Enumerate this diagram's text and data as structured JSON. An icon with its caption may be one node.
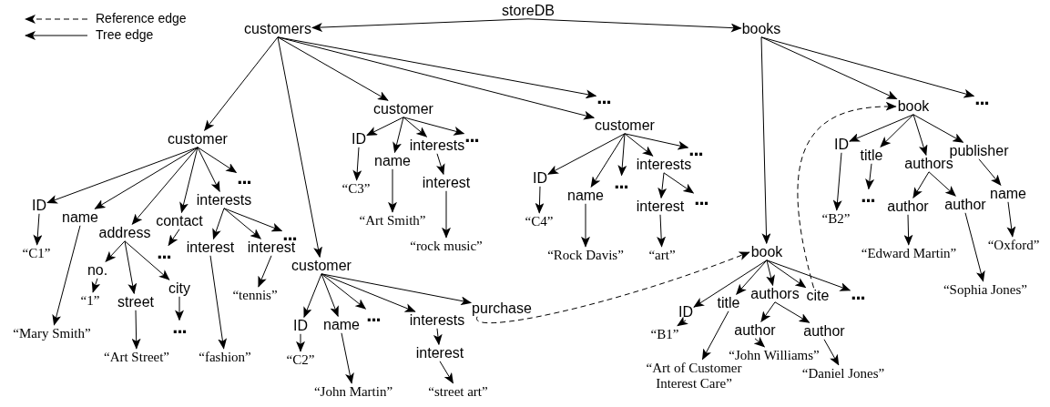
{
  "diagram": {
    "nodes": [
      {
        "text": [
          "storeDB"
        ]
      },
      {
        "text": [
          "customers"
        ]
      },
      {
        "text": [
          "customer"
        ]
      },
      {
        "text": [
          "ID"
        ]
      },
      {
        "text": [
          "“C1”"
        ]
      },
      {
        "text": [
          "name"
        ]
      },
      {
        "text": [
          "“Mary Smith”"
        ]
      },
      {
        "text": [
          "address"
        ]
      },
      {
        "text": [
          "no."
        ]
      },
      {
        "text": [
          "“1”"
        ]
      },
      {
        "text": [
          "street"
        ]
      },
      {
        "text": [
          "“Art Street”"
        ]
      },
      {
        "text": [
          "city"
        ]
      },
      {
        "text": [
          "..."
        ]
      },
      {
        "text": [
          "contact"
        ]
      },
      {
        "text": [
          "..."
        ]
      },
      {
        "text": [
          "interests"
        ]
      },
      {
        "text": [
          "interest"
        ]
      },
      {
        "text": [
          "“fashion”"
        ]
      },
      {
        "text": [
          "interest"
        ]
      },
      {
        "text": [
          "“tennis”"
        ]
      },
      {
        "text": [
          "..."
        ]
      },
      {
        "text": [
          "..."
        ]
      },
      {
        "text": [
          "customer"
        ]
      },
      {
        "text": [
          "ID"
        ]
      },
      {
        "text": [
          "“C3”"
        ]
      },
      {
        "text": [
          "name"
        ]
      },
      {
        "text": [
          "“Art Smith”"
        ]
      },
      {
        "text": [
          "interests"
        ]
      },
      {
        "text": [
          "interest"
        ]
      },
      {
        "text": [
          "“rock music”"
        ]
      },
      {
        "text": [
          "..."
        ]
      },
      {
        "text": [
          "customer"
        ]
      },
      {
        "text": [
          "ID"
        ]
      },
      {
        "text": [
          "“C2”"
        ]
      },
      {
        "text": [
          "name"
        ]
      },
      {
        "text": [
          "“John Martin”"
        ]
      },
      {
        "text": [
          "..."
        ]
      },
      {
        "text": [
          "interests"
        ]
      },
      {
        "text": [
          "interest"
        ]
      },
      {
        "text": [
          "“street art”"
        ]
      },
      {
        "text": [
          "purchase"
        ]
      },
      {
        "text": [
          "customer"
        ]
      },
      {
        "text": [
          "ID"
        ]
      },
      {
        "text": [
          "“C4”"
        ]
      },
      {
        "text": [
          "name"
        ]
      },
      {
        "text": [
          "“Rock Davis”"
        ]
      },
      {
        "text": [
          "..."
        ]
      },
      {
        "text": [
          "interests"
        ]
      },
      {
        "text": [
          "interest"
        ]
      },
      {
        "text": [
          "“art”"
        ]
      },
      {
        "text": [
          "..."
        ]
      },
      {
        "text": [
          "..."
        ]
      },
      {
        "text": [
          "..."
        ]
      },
      {
        "text": [
          "books"
        ]
      },
      {
        "text": [
          "book"
        ]
      },
      {
        "text": [
          "ID"
        ]
      },
      {
        "text": [
          "“B1”"
        ]
      },
      {
        "text": [
          "title"
        ]
      },
      {
        "text": [
          "“Art of Customer Interest Care”"
        ]
      },
      {
        "text": [
          "authors"
        ]
      },
      {
        "text": [
          "author"
        ]
      },
      {
        "text": [
          "“John Williams”"
        ]
      },
      {
        "text": [
          "author"
        ]
      },
      {
        "text": [
          "“Daniel Jones”"
        ]
      },
      {
        "text": [
          "cite"
        ]
      },
      {
        "text": [
          "..."
        ]
      },
      {
        "text": [
          "book"
        ]
      },
      {
        "text": [
          "ID"
        ]
      },
      {
        "text": [
          "“B2”"
        ]
      },
      {
        "text": [
          "title"
        ]
      },
      {
        "text": [
          "..."
        ]
      },
      {
        "text": [
          "authors"
        ]
      },
      {
        "text": [
          "author"
        ]
      },
      {
        "text": [
          "“Edward Martin”"
        ]
      },
      {
        "text": [
          "author"
        ]
      },
      {
        "text": [
          "“Sophia Jones”"
        ]
      },
      {
        "text": [
          "publisher"
        ]
      },
      {
        "text": [
          "name"
        ]
      },
      {
        "text": [
          "“Oxford”"
        ]
      },
      {
        "text": [
          "..."
        ]
      }
    ],
    "edges": [
      {
        "from": 0,
        "to": 1,
        "arrow": "to"
      },
      {
        "from": 0,
        "to": 54,
        "arrow": "to"
      },
      {
        "from": 1,
        "to": 2,
        "arrow": "to"
      },
      {
        "from": 1,
        "to": 23,
        "arrow": "to"
      },
      {
        "from": 1,
        "to": 32,
        "arrow": "to"
      },
      {
        "from": 1,
        "to": 53,
        "arrow": "to"
      },
      {
        "from": 1,
        "to": 42,
        "arrow": "to"
      },
      {
        "from": 2,
        "to": 3,
        "arrow": "to"
      },
      {
        "from": 2,
        "to": 5,
        "arrow": "to"
      },
      {
        "from": 2,
        "to": 7,
        "arrow": "to"
      },
      {
        "from": 2,
        "to": 14,
        "arrow": "to"
      },
      {
        "from": 2,
        "to": 16,
        "arrow": "to"
      },
      {
        "from": 2,
        "to": 22,
        "arrow": "to"
      },
      {
        "from": 3,
        "to": 4,
        "arrow": "to"
      },
      {
        "from": 5,
        "to": 6,
        "arrow": "to"
      },
      {
        "from": 7,
        "to": 8,
        "arrow": "to"
      },
      {
        "from": 7,
        "to": 10,
        "arrow": "to"
      },
      {
        "from": 7,
        "to": 12,
        "arrow": "to"
      },
      {
        "from": 8,
        "to": 9,
        "arrow": "to"
      },
      {
        "from": 10,
        "to": 11,
        "arrow": "to"
      },
      {
        "from": 12,
        "to": 13,
        "arrow": "to"
      },
      {
        "from": 14,
        "to": 15,
        "arrow": "to"
      },
      {
        "from": 16,
        "to": 17,
        "arrow": "to"
      },
      {
        "from": 16,
        "to": 19,
        "arrow": "to"
      },
      {
        "from": 16,
        "to": 21,
        "arrow": "to"
      },
      {
        "from": 17,
        "to": 18,
        "arrow": "to"
      },
      {
        "from": 19,
        "to": 20,
        "arrow": "to"
      },
      {
        "from": 23,
        "to": 24,
        "arrow": "to"
      },
      {
        "from": 23,
        "to": 26,
        "arrow": "to"
      },
      {
        "from": 23,
        "to": 28,
        "arrow": "to"
      },
      {
        "from": 23,
        "to": 31,
        "arrow": "to"
      },
      {
        "from": 24,
        "to": 25,
        "arrow": "to"
      },
      {
        "from": 26,
        "to": 27,
        "arrow": "to"
      },
      {
        "from": 28,
        "to": 29,
        "arrow": "to"
      },
      {
        "from": 29,
        "to": 30,
        "arrow": "to"
      },
      {
        "from": 32,
        "to": 33,
        "arrow": "to"
      },
      {
        "from": 32,
        "to": 35,
        "arrow": "to"
      },
      {
        "from": 32,
        "to": 37,
        "arrow": "to"
      },
      {
        "from": 32,
        "to": 38,
        "arrow": "to"
      },
      {
        "from": 32,
        "to": 41,
        "arrow": "to"
      },
      {
        "from": 33,
        "to": 34,
        "arrow": "to"
      },
      {
        "from": 35,
        "to": 36,
        "arrow": "to"
      },
      {
        "from": 38,
        "to": 39,
        "arrow": "to"
      },
      {
        "from": 39,
        "to": 40,
        "arrow": "to"
      },
      {
        "from": 42,
        "to": 43,
        "arrow": "to"
      },
      {
        "from": 42,
        "to": 45,
        "arrow": "to"
      },
      {
        "from": 42,
        "to": 47,
        "arrow": "to"
      },
      {
        "from": 42,
        "to": 48,
        "arrow": "to"
      },
      {
        "from": 42,
        "to": 52,
        "arrow": "to"
      },
      {
        "from": 43,
        "to": 44,
        "arrow": "to"
      },
      {
        "from": 45,
        "to": 46,
        "arrow": "to"
      },
      {
        "from": 48,
        "to": 49,
        "arrow": "to"
      },
      {
        "from": 48,
        "to": 51,
        "arrow": "to"
      },
      {
        "from": 49,
        "to": 50,
        "arrow": "to"
      },
      {
        "from": 54,
        "to": 55,
        "arrow": "to"
      },
      {
        "from": 54,
        "to": 67,
        "arrow": "to"
      },
      {
        "from": 54,
        "to": 80,
        "arrow": "to"
      },
      {
        "from": 55,
        "to": 56,
        "arrow": "to"
      },
      {
        "from": 55,
        "to": 58,
        "arrow": "to"
      },
      {
        "from": 55,
        "to": 60,
        "arrow": "to"
      },
      {
        "from": 55,
        "to": 65,
        "arrow": "to"
      },
      {
        "from": 55,
        "to": 66,
        "arrow": "to"
      },
      {
        "from": 56,
        "to": 57,
        "arrow": "to"
      },
      {
        "from": 58,
        "to": 59,
        "arrow": "to"
      },
      {
        "from": 60,
        "to": 61,
        "arrow": "to"
      },
      {
        "from": 60,
        "to": 63,
        "arrow": "to"
      },
      {
        "from": 61,
        "to": 62,
        "arrow": "to"
      },
      {
        "from": 63,
        "to": 64,
        "arrow": "to"
      },
      {
        "from": 67,
        "to": 68,
        "arrow": "to"
      },
      {
        "from": 67,
        "to": 70,
        "arrow": "to"
      },
      {
        "from": 67,
        "to": 72,
        "arrow": "to"
      },
      {
        "from": 67,
        "to": 77,
        "arrow": "to"
      },
      {
        "from": 68,
        "to": 69,
        "arrow": "to"
      },
      {
        "from": 70,
        "to": 71,
        "arrow": "to"
      },
      {
        "from": 72,
        "to": 73,
        "arrow": "to"
      },
      {
        "from": 72,
        "to": 75,
        "arrow": "to"
      },
      {
        "from": 73,
        "to": 74,
        "arrow": "to"
      },
      {
        "from": 75,
        "to": 76,
        "arrow": "to"
      },
      {
        "from": 77,
        "to": 78,
        "arrow": "to"
      },
      {
        "from": 78,
        "to": 79,
        "arrow": "to"
      },
      {
        "from": 41,
        "to": 55,
        "arrow": "to",
        "style": "dashed"
      },
      {
        "from": 65,
        "to": 67,
        "arrow": "to",
        "style": "dashed"
      }
    ],
    "legend": [
      {
        "text": "Reference edge"
      },
      {
        "text": "Tree edge"
      }
    ]
  }
}
